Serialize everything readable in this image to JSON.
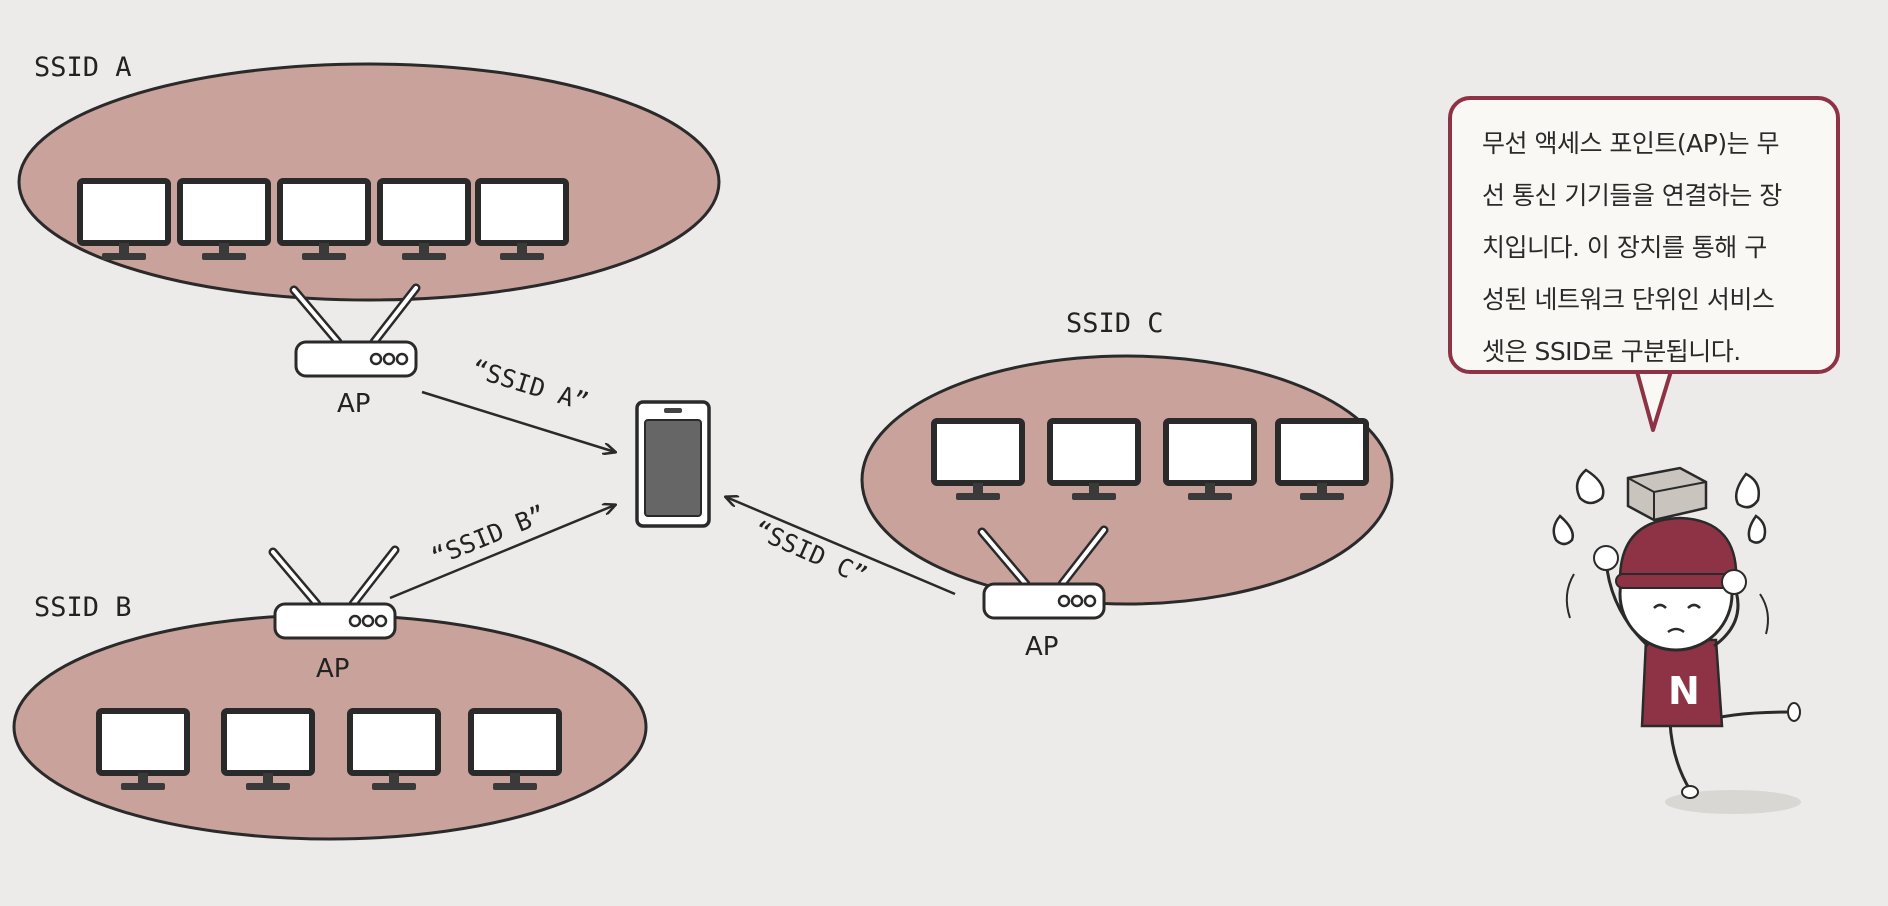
{
  "networks": [
    {
      "name": "SSID A",
      "monitor_count": 5,
      "ap_label": "AP",
      "signal_label": "“SSID A”"
    },
    {
      "name": "SSID B",
      "monitor_count": 4,
      "ap_label": "AP",
      "signal_label": "“SSID B”"
    },
    {
      "name": "SSID C",
      "monitor_count": 4,
      "ap_label": "AP",
      "signal_label": "“SSID C”"
    }
  ],
  "speech_bubble": {
    "lines": [
      "무선 액세스 포인트(AP)는 무",
      "선 통신 기기들을 연결하는 장",
      "치입니다. 이 장치를 통해 구",
      "성된 네트워크 단위인 서비스",
      "셋은 SSID로 구분됩니다."
    ]
  },
  "colors": {
    "network_fill": "#c9a39b",
    "outline": "#2a2a2a",
    "bubble_border": "#8e3345",
    "character_accent": "#8e3345",
    "page": "#ecebea"
  },
  "icons": [
    "monitor-icon",
    "access-point-icon",
    "smartphone-icon",
    "character-illustration",
    "sweat-drop-icon"
  ]
}
